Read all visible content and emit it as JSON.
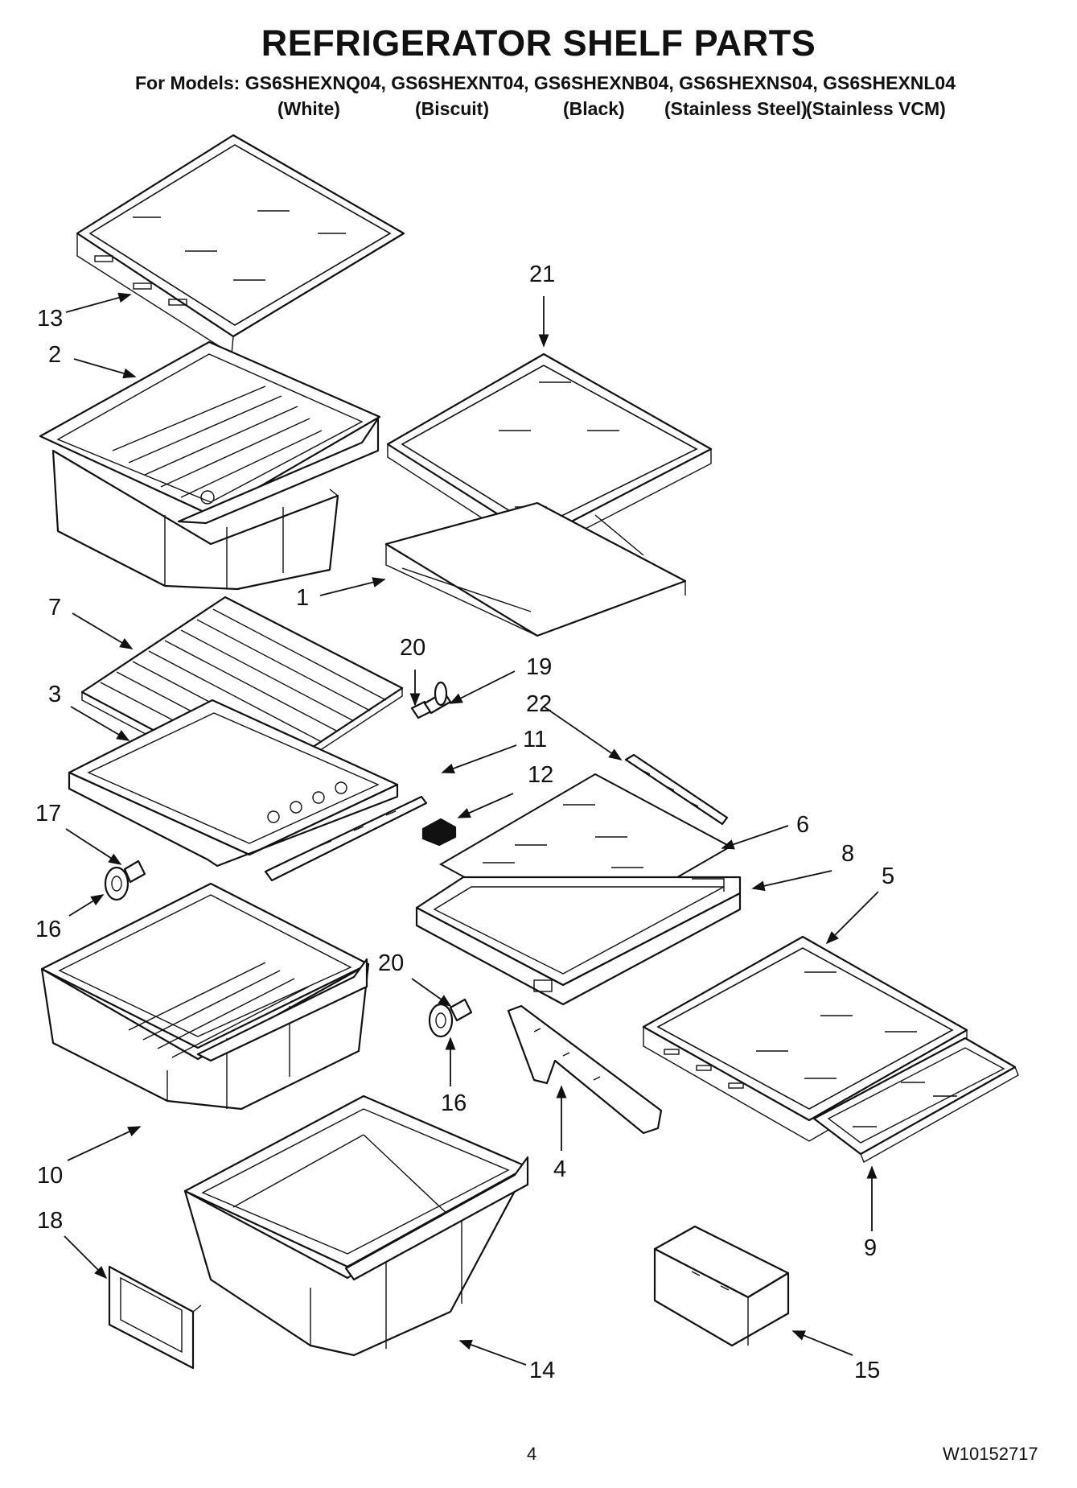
{
  "header": {
    "title": "REFRIGERATOR SHELF PARTS",
    "models_line": "For Models: GS6SHEXNQ04, GS6SHEXNT04, GS6SHEXNB04, GS6SHEXNS04, GS6SHEXNL04",
    "finishes": [
      "(White)",
      "(Biscuit)",
      "(Black)",
      "(Stainless Steel)",
      "(Stainless VCM)"
    ]
  },
  "callouts": {
    "c1": "1",
    "c2": "2",
    "c3": "3",
    "c4": "4",
    "c5": "5",
    "c6": "6",
    "c7": "7",
    "c8": "8",
    "c9": "9",
    "c10": "10",
    "c11": "11",
    "c12": "12",
    "c13": "13",
    "c14": "14",
    "c15": "15",
    "c16a": "16",
    "c16b": "16",
    "c17": "17",
    "c18": "18",
    "c19": "19",
    "c20a": "20",
    "c20b": "20",
    "c21": "21",
    "c22": "22"
  },
  "footer": {
    "page_number": "4",
    "document_id": "W10152717"
  }
}
